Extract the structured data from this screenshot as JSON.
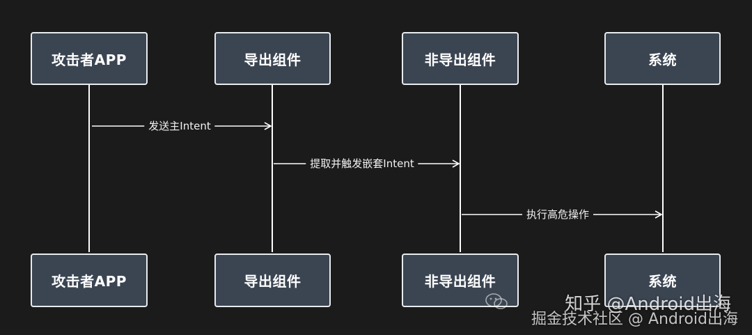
{
  "participants": [
    {
      "id": "attacker",
      "label": "攻击者APP"
    },
    {
      "id": "exported",
      "label": "导出组件"
    },
    {
      "id": "nonexported",
      "label": "非导出组件"
    },
    {
      "id": "system",
      "label": "系统"
    }
  ],
  "messages": [
    {
      "from": "attacker",
      "to": "exported",
      "label": "发送主Intent"
    },
    {
      "from": "exported",
      "to": "nonexported",
      "label": "提取并触发嵌套Intent"
    },
    {
      "from": "nonexported",
      "to": "system",
      "label": "执行高危操作"
    }
  ],
  "watermarks": {
    "zhihu": "知乎 @Android出海",
    "juejin": "掘金技术社区 @ Android出海"
  },
  "colors": {
    "background": "#1b1b1b",
    "box_fill": "#3b4552",
    "box_border": "#e9ecef",
    "line": "#ffffff"
  }
}
